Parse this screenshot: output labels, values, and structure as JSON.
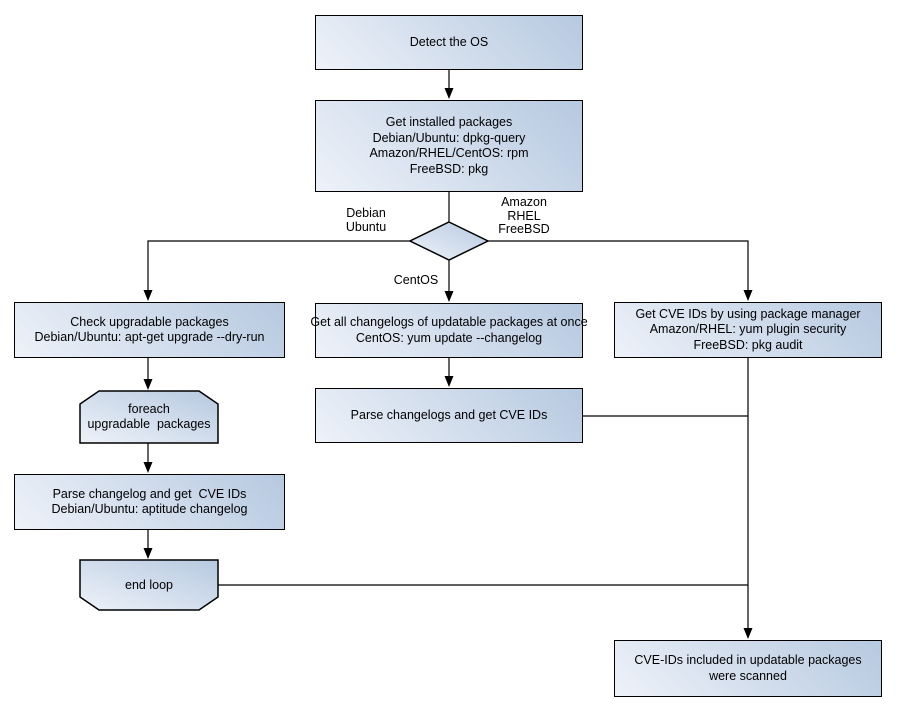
{
  "colors": {
    "node_fill_light": "#eef2f9",
    "node_fill_dark": "#b6c9e0",
    "node_border": "#000000",
    "connector": "#000000",
    "background": "#ffffff"
  },
  "nodes": {
    "detect_os": {
      "lines": [
        "Detect the OS"
      ]
    },
    "get_installed_packages": {
      "lines": [
        "Get installed packages",
        "Debian/Ubuntu: dpkg-query",
        "Amazon/RHEL/CentOS: rpm",
        "FreeBSD: pkg"
      ]
    },
    "check_upgradable_packages": {
      "lines": [
        "Check upgradable packages",
        "Debian/Ubuntu: apt-get upgrade --dry-run"
      ]
    },
    "foreach_loop_begin": {
      "lines": [
        "foreach",
        "upgradable  packages"
      ]
    },
    "parse_changelog_debian": {
      "lines": [
        "Parse changelog and get  CVE IDs",
        "Debian/Ubuntu: aptitude changelog"
      ]
    },
    "end_loop": {
      "lines": [
        "end loop"
      ]
    },
    "get_all_changelogs": {
      "lines": [
        "Get all changelogs of updatable packages at once",
        "CentOS: yum update --changelog"
      ]
    },
    "parse_changelogs_centos": {
      "lines": [
        "Parse changelogs and get CVE IDs"
      ]
    },
    "get_cve_ids_pkg_manager": {
      "lines": [
        "Get CVE IDs by using package manager",
        "Amazon/RHEL: yum plugin security",
        "FreeBSD: pkg audit"
      ]
    },
    "result_scanned": {
      "lines": [
        "CVE-IDs included in updatable packages",
        "were scanned"
      ]
    }
  },
  "edge_labels": {
    "left_branch": {
      "lines": [
        "Debian",
        "Ubuntu"
      ]
    },
    "right_branch": {
      "lines": [
        "Amazon",
        "RHEL",
        "FreeBSD"
      ]
    },
    "down_branch": {
      "lines": [
        "CentOS"
      ]
    }
  }
}
